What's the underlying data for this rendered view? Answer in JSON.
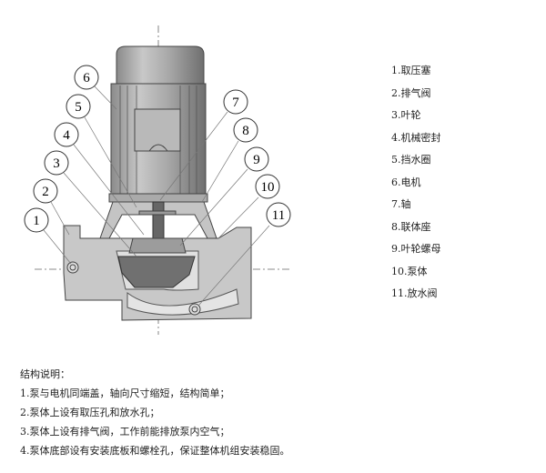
{
  "callouts": [
    "1",
    "2",
    "3",
    "4",
    "5",
    "6",
    "7",
    "8",
    "9",
    "10",
    "11"
  ],
  "legend": [
    "1.取压塞",
    "2.排气阀",
    "3.叶轮",
    "4.机械密封",
    "5.挡水圈",
    "6.电机",
    "7.轴",
    "8.联体座",
    "9.叶轮螺母",
    "10.泵体",
    "11.放水阀"
  ],
  "notes": {
    "title": "结构说明：",
    "items": [
      "1.泵与电机同端盖，轴向尺寸缩短，结构简单；",
      "2.泵体上设有取压孔和放水孔；",
      "3.泵体上设有排气阀，工作前能排放泵内空气；",
      "4.泵体底部设有安装底板和螺栓孔，保证整体机组安装稳固。"
    ]
  }
}
